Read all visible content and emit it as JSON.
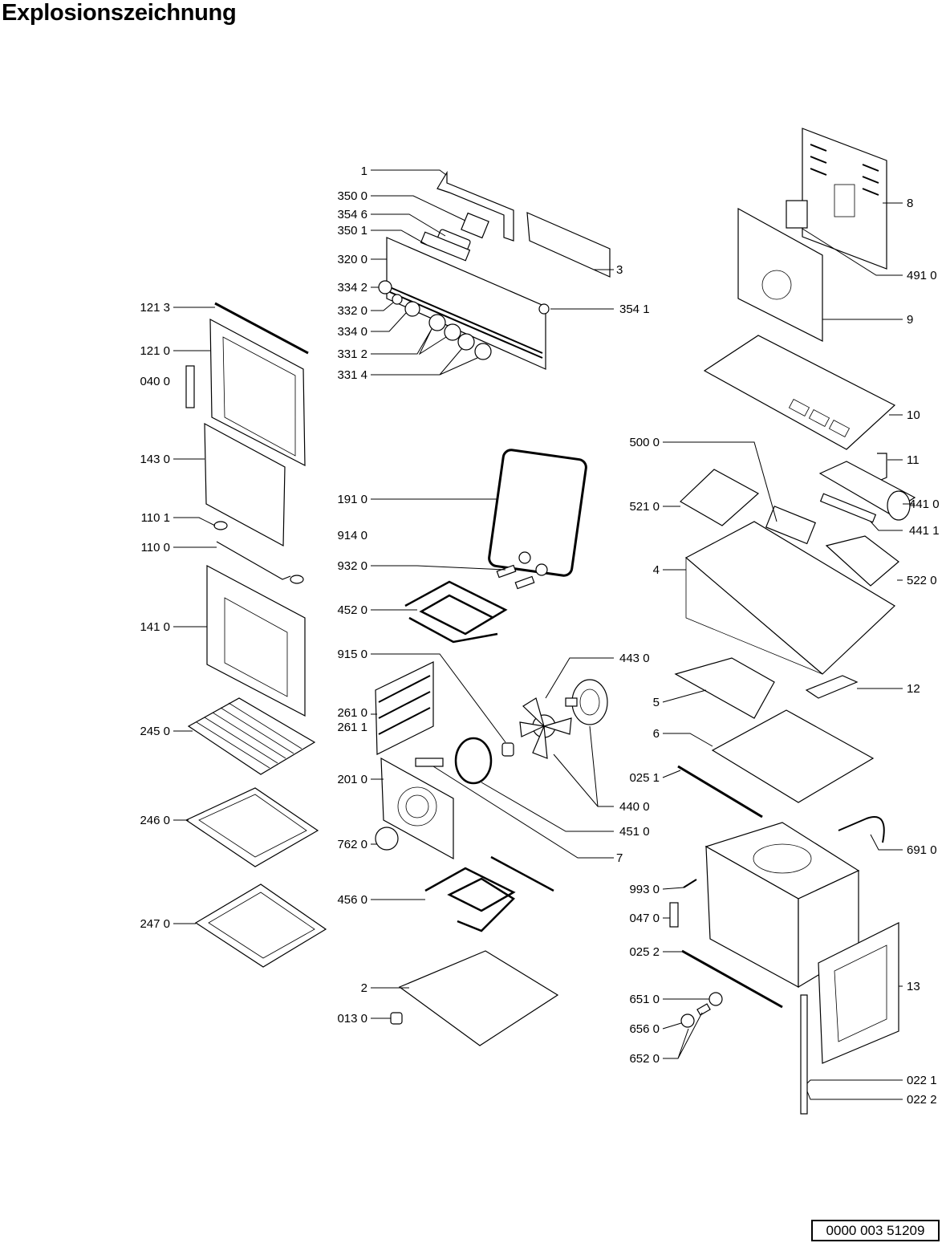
{
  "page_title": "Explosionszeichnung",
  "document_number": "0000 003 51209",
  "labels": {
    "p1": "1",
    "p350_0": "350 0",
    "p354_6": "354 6",
    "p350_1": "350 1",
    "p320_0": "320 0",
    "p3": "3",
    "p334_2": "334 2",
    "p332_0": "332 0",
    "p354_1": "354 1",
    "p334_0": "334 0",
    "p331_2": "331 2",
    "p331_4": "331 4",
    "p121_3": "121 3",
    "p121_0": "121 0",
    "p040_0": "040 0",
    "p143_0": "143 0",
    "p110_1": "110 1",
    "p110_0": "110 0",
    "p141_0": "141 0",
    "p245_0": "245 0",
    "p246_0": "246 0",
    "p247_0": "247 0",
    "p191_0": "191 0",
    "p914_0": "914 0",
    "p932_0": "932 0",
    "p452_0": "452 0",
    "p915_0": "915 0",
    "p443_0": "443 0",
    "p261_0": "261 0",
    "p261_1": "261 1",
    "p201_0": "201 0",
    "p440_0": "440 0",
    "p451_0": "451 0",
    "p762_0": "762 0",
    "p7": "7",
    "p456_0": "456 0",
    "p2": "2",
    "p013_0": "013 0",
    "p8": "8",
    "p491_0": "491 0",
    "p9": "9",
    "p10": "10",
    "p500_0": "500 0",
    "p11": "11",
    "p521_0": "521 0",
    "p441_0": "441 0",
    "p441_1": "441 1",
    "p4": "4",
    "p522_0": "522 0",
    "p5": "5",
    "p12": "12",
    "p6": "6",
    "p025_1": "025 1",
    "p691_0": "691 0",
    "p993_0": "993 0",
    "p047_0": "047 0",
    "p025_2": "025 2",
    "p13": "13",
    "p651_0": "651 0",
    "p656_0": "656 0",
    "p652_0": "652 0",
    "p022_1": "022 1",
    "p022_2": "022 2"
  }
}
